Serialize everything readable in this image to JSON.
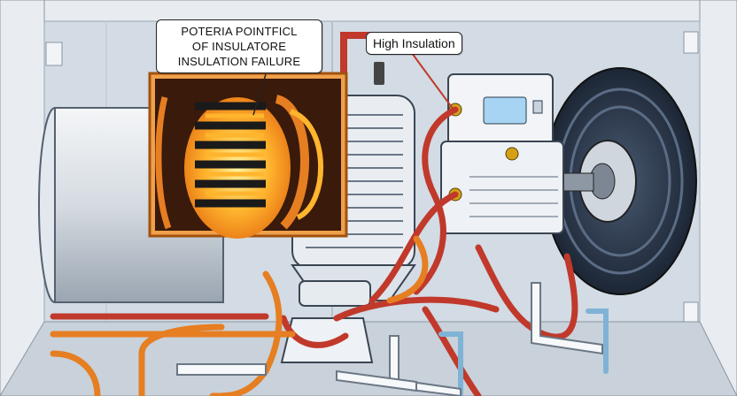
{
  "callouts": {
    "failure": {
      "line1": "POTERIA POINTFICL",
      "line2": "OF INSULATORE",
      "line3": "INSULATION FAILURE"
    },
    "high_insulation": "High Insulation"
  },
  "colors": {
    "background": "#eef1f5",
    "cable_red": "#c0392b",
    "cable_orange": "#e67e22",
    "inset_frame": "#f0a04b",
    "wheel_dark": "#2c3a4f",
    "pipe_blue": "#7fb3d5"
  },
  "icons": {
    "inset": "insulation-coil-closeup",
    "motor": "finned-motor",
    "meter": "insulation-meter-display",
    "fan": "fan-wheel"
  }
}
